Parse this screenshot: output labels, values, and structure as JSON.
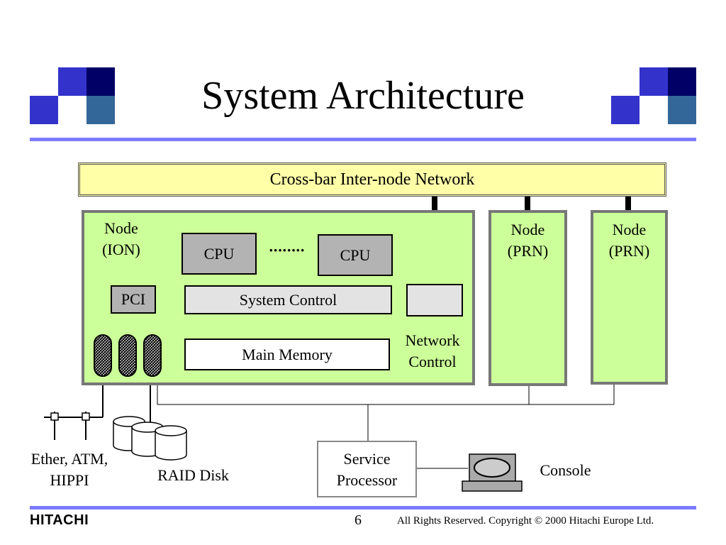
{
  "slide": {
    "title": "System Architecture",
    "page_number": "6",
    "copyright": "All Rights Reserved. Copyright © 2000 Hitachi Europe Ltd.",
    "logo_text": "HITACHI"
  },
  "colors": {
    "accent_rule": "#7b7bff",
    "node_fill": "#ccff99",
    "network_fill": "#ffffa8",
    "deco_blue": "#3333cc",
    "deco_navy": "#000066",
    "deco_steel": "#336699"
  },
  "diagram": {
    "network": "Cross-bar Inter-node Network",
    "node_ion": {
      "line1": "Node",
      "line2": "(ION)"
    },
    "node_prn_1": {
      "line1": "Node",
      "line2": "(PRN)"
    },
    "node_prn_2": {
      "line1": "Node",
      "line2": "(PRN)"
    },
    "cpu_1": "CPU",
    "cpu_2": "CPU",
    "ellipsis": "········",
    "pci": "PCI",
    "system_control": "System Control",
    "main_memory": "Main Memory",
    "network_control": {
      "line1": "Network",
      "line2": "Control"
    },
    "external_io": {
      "line1": "Ether, ATM,",
      "line2": "HIPPI"
    },
    "raid_disk": "RAID Disk",
    "service_processor": {
      "line1": "Service",
      "line2": "Processor"
    },
    "console": "Console"
  }
}
